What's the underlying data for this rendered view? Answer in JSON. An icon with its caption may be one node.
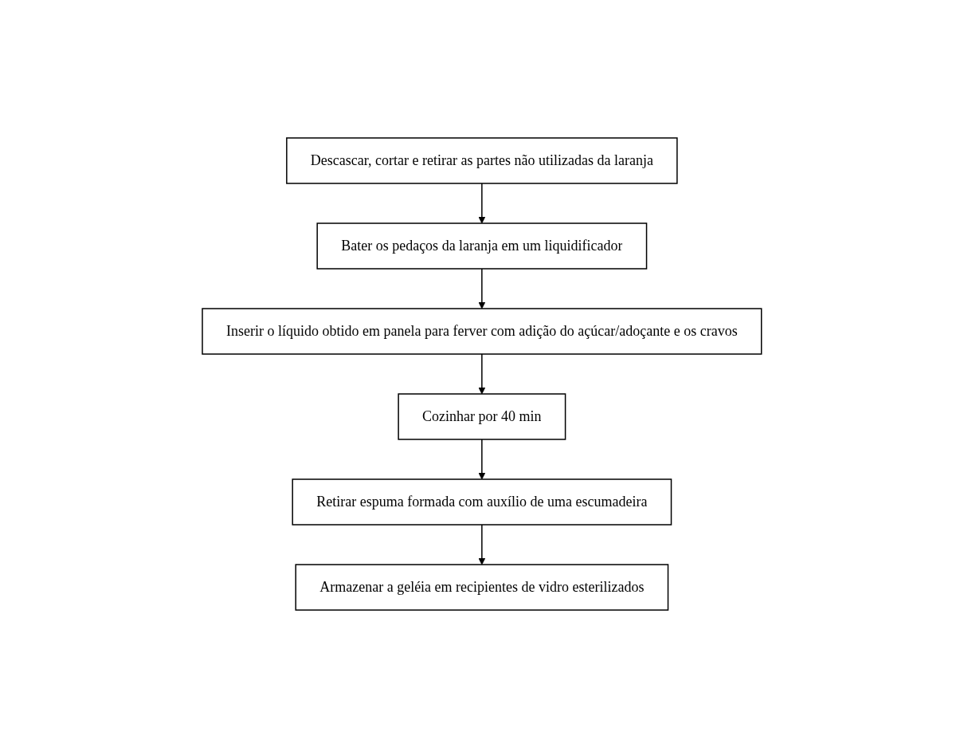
{
  "diagram": {
    "nodes": [
      {
        "text": [
          "Descascar, cortar e retirar as partes não utilizadas da laranja"
        ]
      },
      {
        "text": [
          "Bater os pedaços da laranja em um liquidificador"
        ]
      },
      {
        "text": [
          "Inserir o líquido obtido em panela para ferver com adição do açúcar/adoçante e os cravos"
        ]
      },
      {
        "text": [
          "Cozinhar por 40 min"
        ]
      },
      {
        "text": [
          "Retirar espuma formada com auxílio de uma escumadeira"
        ]
      },
      {
        "text": [
          "Armazenar a geléia em recipientes de vidro esterilizados"
        ]
      }
    ],
    "edges": [
      {
        "from": 0,
        "to": 1,
        "arrow": "to"
      },
      {
        "from": 1,
        "to": 2,
        "arrow": "to"
      },
      {
        "from": 2,
        "to": 3,
        "arrow": "to"
      },
      {
        "from": 3,
        "to": 4,
        "arrow": "to"
      },
      {
        "from": 4,
        "to": 5,
        "arrow": "to"
      }
    ]
  }
}
